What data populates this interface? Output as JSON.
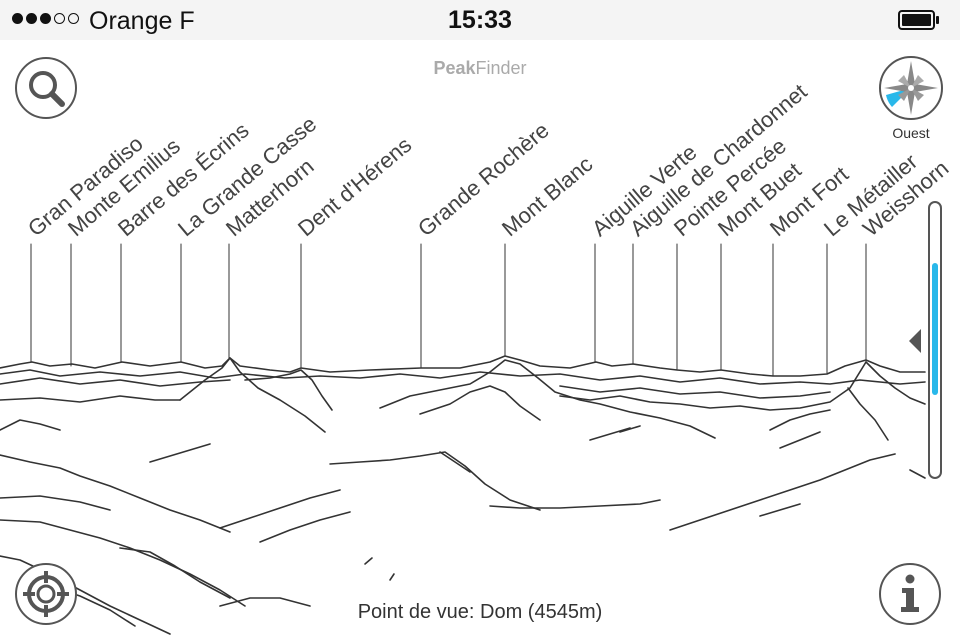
{
  "status_bar": {
    "signal_bars_total": 5,
    "signal_bars_filled": 3,
    "carrier": "Orange F",
    "time": "15:33"
  },
  "app": {
    "title_bold": "Peak",
    "title_rest": "Finder",
    "accent_color": "#29b8ea"
  },
  "compass": {
    "direction_label": "Ouest",
    "icon": "compass-icon"
  },
  "buttons": {
    "search_icon": "search-icon",
    "locate_icon": "crosshair-icon",
    "info_icon": "info-icon"
  },
  "peaks": [
    "Gran Paradiso",
    "Monte Emilius",
    "Barre des Écrins",
    "La Grande Casse",
    "Matterhorn",
    "Dent d'Hérens",
    "Grande Rochère",
    "Mont Blanc",
    "Aiguille Verte",
    "Aiguille de Chardonnet",
    "Pointe Percée",
    "Mont Buet",
    "Mont Fort",
    "Le Métailler",
    "Weisshorn"
  ],
  "horizon_scroll": {
    "thumb_start_fraction": 0.22,
    "thumb_end_fraction": 0.7
  },
  "viewpoint": "Point de vue: Dom (4545m)"
}
